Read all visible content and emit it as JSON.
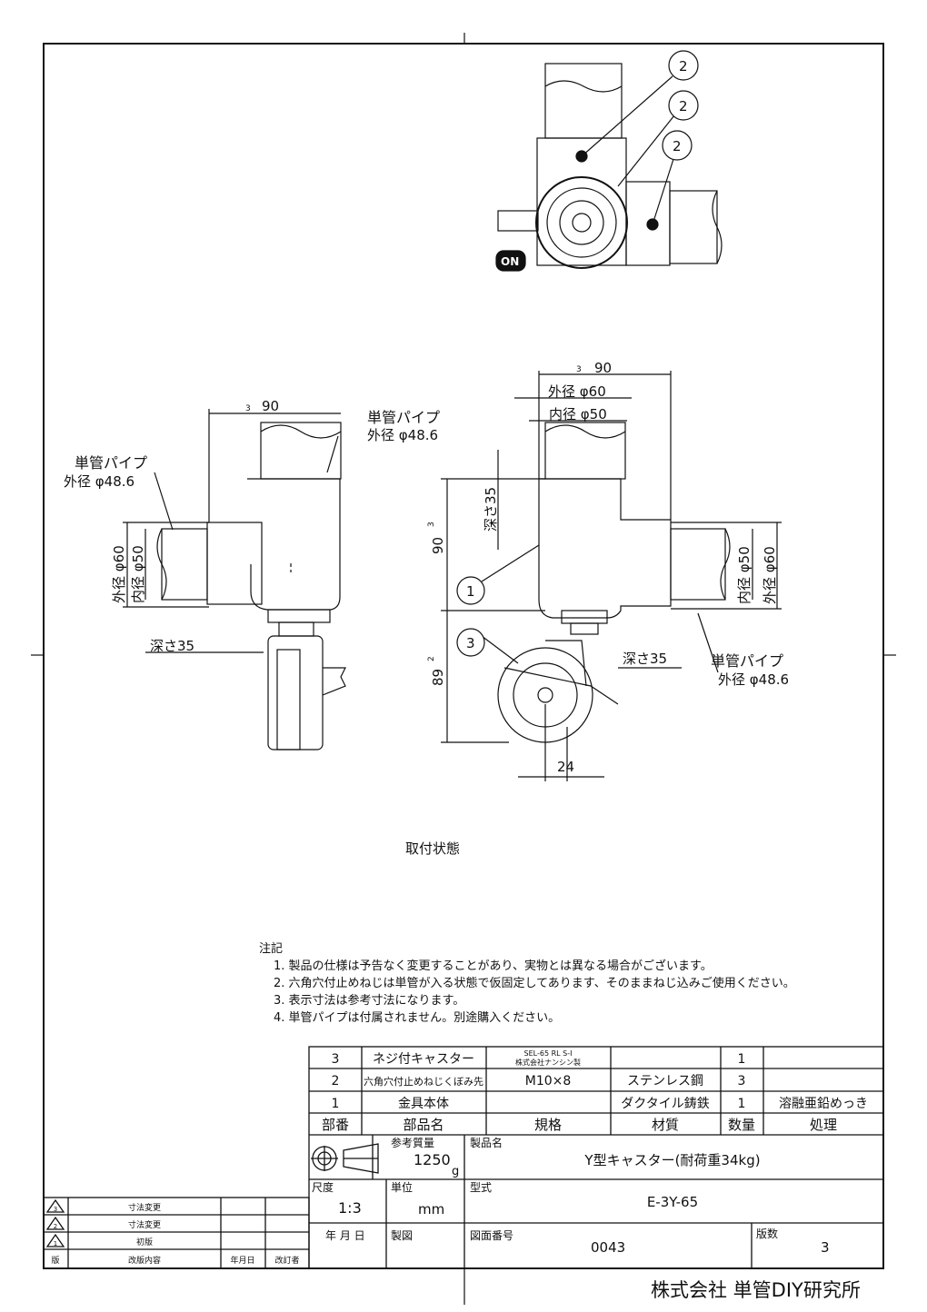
{
  "drawing": {
    "caption": "取付状態",
    "top_view": {
      "balloons": [
        "2",
        "2",
        "2"
      ],
      "lever_label": "ON"
    },
    "left_view": {
      "dim_width": "90",
      "rev_mark_width": "3",
      "pipe_top_label": "単管パイプ",
      "pipe_top_od": "外径 φ48.6",
      "pipe_left_label": "単管パイプ",
      "pipe_left_od": "外径 φ48.6",
      "od": "外径 φ60",
      "id": "内径 φ50",
      "depth": "深さ35"
    },
    "right_view": {
      "dim_width": "90",
      "rev_mark_width": "3",
      "od": "外径 φ60",
      "id": "内径 φ50",
      "depth_top": "深さ35",
      "dim_height": "90",
      "rev_mark_height": "3",
      "dim_caster": "89",
      "rev_mark_caster": "2",
      "balloon_1": "1",
      "balloon_3": "3",
      "depth_side": "深さ35",
      "od_side": "外径 φ60",
      "id_side": "内径 φ50",
      "pipe_label": "単管パイプ",
      "pipe_od": "外径 φ48.6",
      "offset": "24"
    }
  },
  "notes": {
    "title": "注記",
    "items": [
      "1. 製品の仕様は予告なく変更することがあり、実物とは異なる場合がございます。",
      "2. 六角穴付止めねじは単管が入る状態で仮固定してあります、そのままねじ込みご使用ください。",
      "3. 表示寸法は参考寸法になります。",
      "4. 単管パイプは付属されません。別途購入ください。"
    ]
  },
  "parts": {
    "rows": [
      {
        "no": "3",
        "name": "ネジ付キャスター",
        "spec": "SEL-65 RL S-I",
        "spec2": "株式会社ナンシン製",
        "material": "",
        "qty": "1",
        "treatment": ""
      },
      {
        "no": "2",
        "name": "六角穴付止めねじくぼみ先",
        "spec": "M10×8",
        "spec2": "",
        "material": "ステンレス鋼",
        "qty": "3",
        "treatment": ""
      },
      {
        "no": "1",
        "name": "金具本体",
        "spec": "",
        "spec2": "",
        "material": "ダクタイル鋳鉄",
        "qty": "1",
        "treatment": "溶融亜鉛めっき"
      }
    ],
    "headers": {
      "no": "部番",
      "name": "部品名",
      "spec": "規格",
      "material": "材質",
      "qty": "数量",
      "treatment": "処理"
    }
  },
  "title_block": {
    "mass_label": "参考質量",
    "mass": "1250",
    "mass_unit": "g",
    "product_label": "製品名",
    "product": "Y型キャスター(耐荷重34kg)",
    "scale_label": "尺度",
    "scale": "1:3",
    "unit_label": "単位",
    "unit": "mm",
    "model_label": "型式",
    "model": "E-3Y-65",
    "date_label": "年 月 日",
    "drafter_label": "製図",
    "drawing_no_label": "図面番号",
    "drawing_no": "0043",
    "version_label": "版数",
    "version": "3"
  },
  "revisions": {
    "rows": [
      {
        "mark": "3",
        "content": "寸法変更"
      },
      {
        "mark": "2",
        "content": "寸法変更"
      },
      {
        "mark": "1",
        "content": "初版"
      }
    ],
    "headers": {
      "mark": "版",
      "content": "改版内容",
      "date": "年月日",
      "reviser": "改訂者"
    }
  },
  "company": "株式会社 単管DIY研究所"
}
